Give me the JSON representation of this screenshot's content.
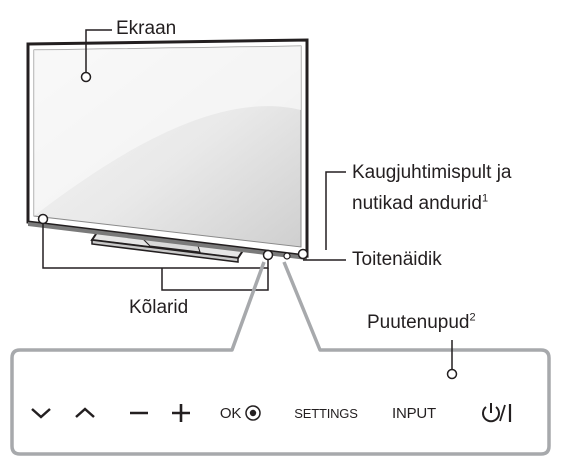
{
  "labels": {
    "screen": "Ekraan",
    "remote_sensors": "Kaugjuhtimispult ja",
    "remote_sensors_line2": "nutikad andurid",
    "remote_sensors_note": "1",
    "power_indicator": "Toitenäidik",
    "speakers": "Kõlarid",
    "touch_buttons": "Puutenupud",
    "touch_buttons_note": "2"
  },
  "buttons": {
    "ok": "OK",
    "settings": "SETTINGS",
    "input": "INPUT"
  },
  "icons": [
    "chevron-down-icon",
    "chevron-up-icon",
    "minus-icon",
    "plus-icon",
    "ok-dot-icon",
    "power-icon"
  ],
  "colors": {
    "line": "#231f20",
    "callout": "#a7a9ac",
    "screen_light": "#f4f4f4",
    "screen_dark": "#d6d6d6"
  }
}
